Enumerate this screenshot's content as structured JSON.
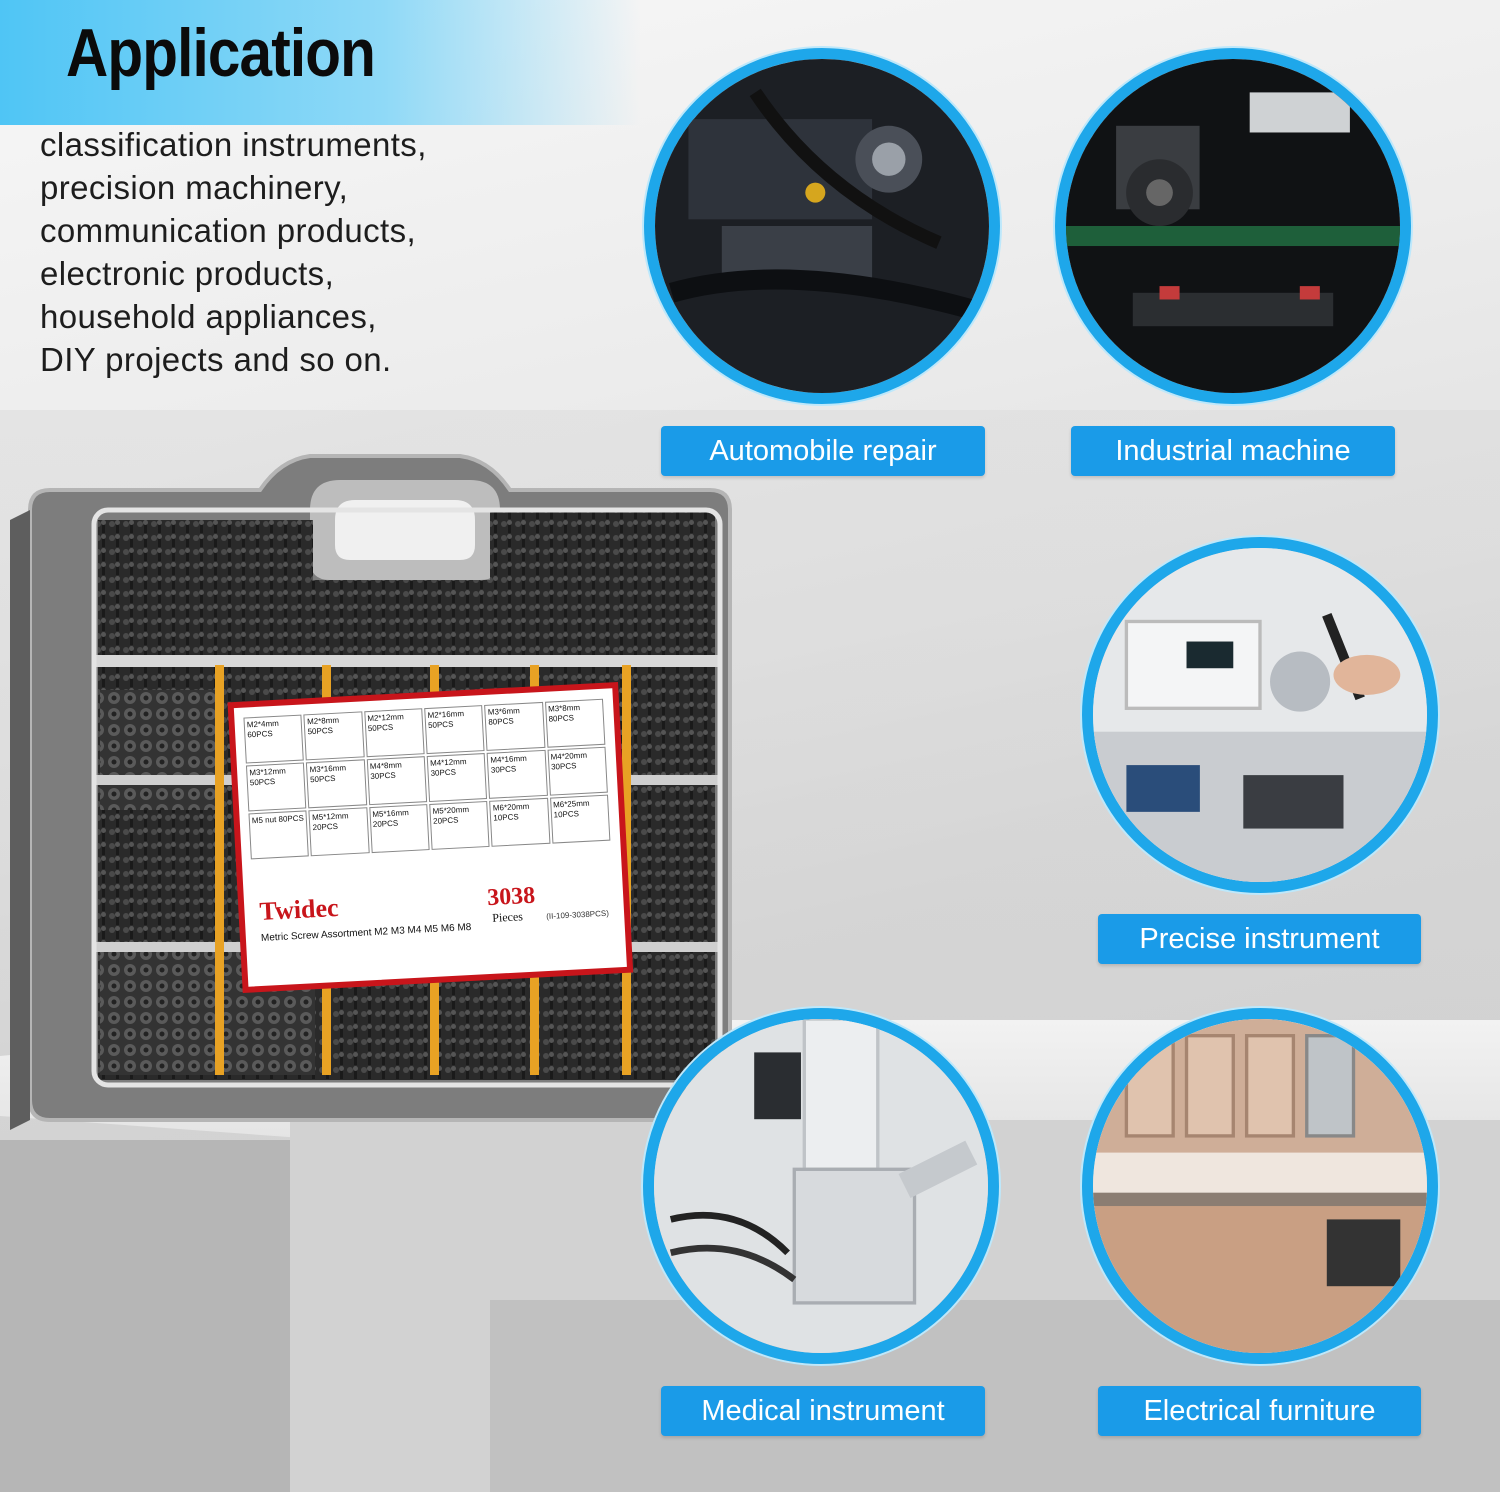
{
  "header": {
    "title": "Application"
  },
  "applications": [
    "classification instruments,",
    "precision machinery,",
    "communication products,",
    "electronic products,",
    "household appliances,",
    "DIY projects and so on."
  ],
  "scenes": [
    {
      "label": "Automobile repair"
    },
    {
      "label": "Industrial machine"
    },
    {
      "label": "Precise instrument"
    },
    {
      "label": "Medical instrument"
    },
    {
      "label": "Electrical furniture"
    }
  ],
  "product": {
    "brand": "Twidec",
    "subtitle": "Metric Screw Assortment M2 M3 M4 M5 M6 M8",
    "count": "3038",
    "count_unit": "Pieces",
    "sku": "(II-109-3038PCS)",
    "grid": [
      [
        "M2*4mm 60PCS",
        "M2*8mm 50PCS",
        "M2*12mm 50PCS",
        "M2*16mm 50PCS",
        "M3*6mm 80PCS",
        "M3*8mm 80PCS"
      ],
      [
        "M3*12mm 50PCS",
        "M3*16mm 50PCS",
        "M4*8mm 30PCS",
        "M4*12mm 30PCS",
        "M4*16mm 30PCS",
        "M4*20mm 30PCS"
      ],
      [
        "M5 nut 80PCS",
        "M5*12mm 20PCS",
        "M5*16mm 20PCS",
        "M5*20mm 20PCS",
        "M6*20mm 10PCS",
        "M6*25mm 10PCS"
      ]
    ]
  },
  "colors": {
    "accent": "#1a9be8",
    "ring": "#1ea7ea",
    "divider": "#e8a224",
    "label_red": "#c8151b"
  }
}
